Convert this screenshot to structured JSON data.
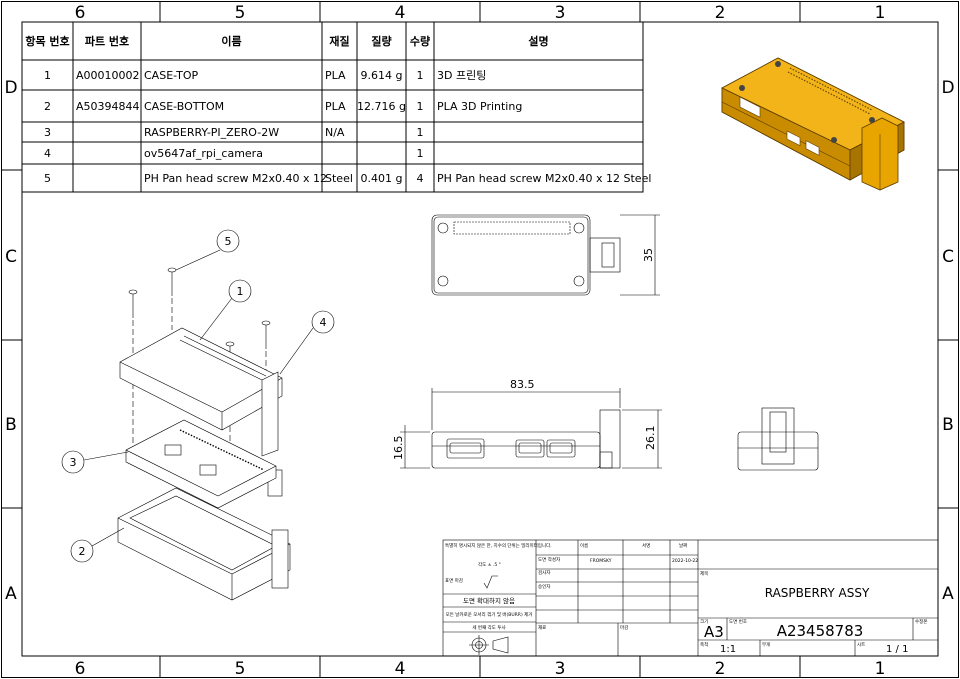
{
  "zones": {
    "columns": [
      "6",
      "5",
      "4",
      "3",
      "2",
      "1"
    ],
    "rows": [
      "D",
      "C",
      "B",
      "A"
    ]
  },
  "bom": {
    "headers": [
      "항목 번호",
      "파트 번호",
      "이름",
      "재질",
      "질량",
      "수량",
      "설명"
    ],
    "rows": [
      [
        "1",
        "A00010002",
        "CASE-TOP",
        "PLA",
        "9.614 g",
        "1",
        "3D 프린팅"
      ],
      [
        "2",
        "A50394844",
        "CASE-BOTTOM",
        "PLA",
        "12.716 g",
        "1",
        "PLA 3D Printing"
      ],
      [
        "3",
        "",
        "RASPBERRY-PI_ZERO-2W",
        "N/A",
        "",
        "1",
        ""
      ],
      [
        "4",
        "",
        "ov5647af_rpi_camera",
        "",
        "",
        "1",
        ""
      ],
      [
        "5",
        "",
        "PH Pan head screw M2x0.40 x 12",
        "Steel",
        "0.401 g",
        "4",
        "PH Pan head screw M2x0.40 x 12 Steel"
      ]
    ]
  },
  "balloons": [
    "1",
    "2",
    "3",
    "4",
    "5"
  ],
  "dimensions": {
    "width": "83.5",
    "depth": "35",
    "height": "26.1",
    "case_height": "16.5"
  },
  "colors": {
    "render": "#E8A500",
    "render_dark": "#B27A00"
  },
  "title_block": {
    "note_units": "특별히 명시되지 않은 한, 치수의 단위는 밀리미터입니다.",
    "angle_tol": "각도 ± .5 °",
    "surface_finish": "표면 마감",
    "do_not_scale": "도면 확대하지 않음",
    "deburr": "모든 날카로운 모서리 꺾기 및 버(BURR) 제거",
    "projection": "세 번째 각도 투사",
    "col_name": "이름",
    "col_signature": "서명",
    "col_date": "날짜",
    "drawn_by_label": "도면 작성자",
    "drawn_by": "FROMSKY",
    "drawn_date": "2022-10-22",
    "checked_label": "검사자",
    "approved_label": "승인자",
    "material_label": "재료",
    "finish_label": "마감",
    "title_label": "제목",
    "title": "RASPBERRY ASSY",
    "size_label": "크기",
    "size": "A3",
    "dwg_no_label": "도면 번호",
    "dwg_no": "A23458783",
    "rev_label": "수정본",
    "scale_label": "축척",
    "scale": "1:1",
    "weight_label": "무게",
    "sheet_label": "시트",
    "sheet": "1 / 1"
  }
}
